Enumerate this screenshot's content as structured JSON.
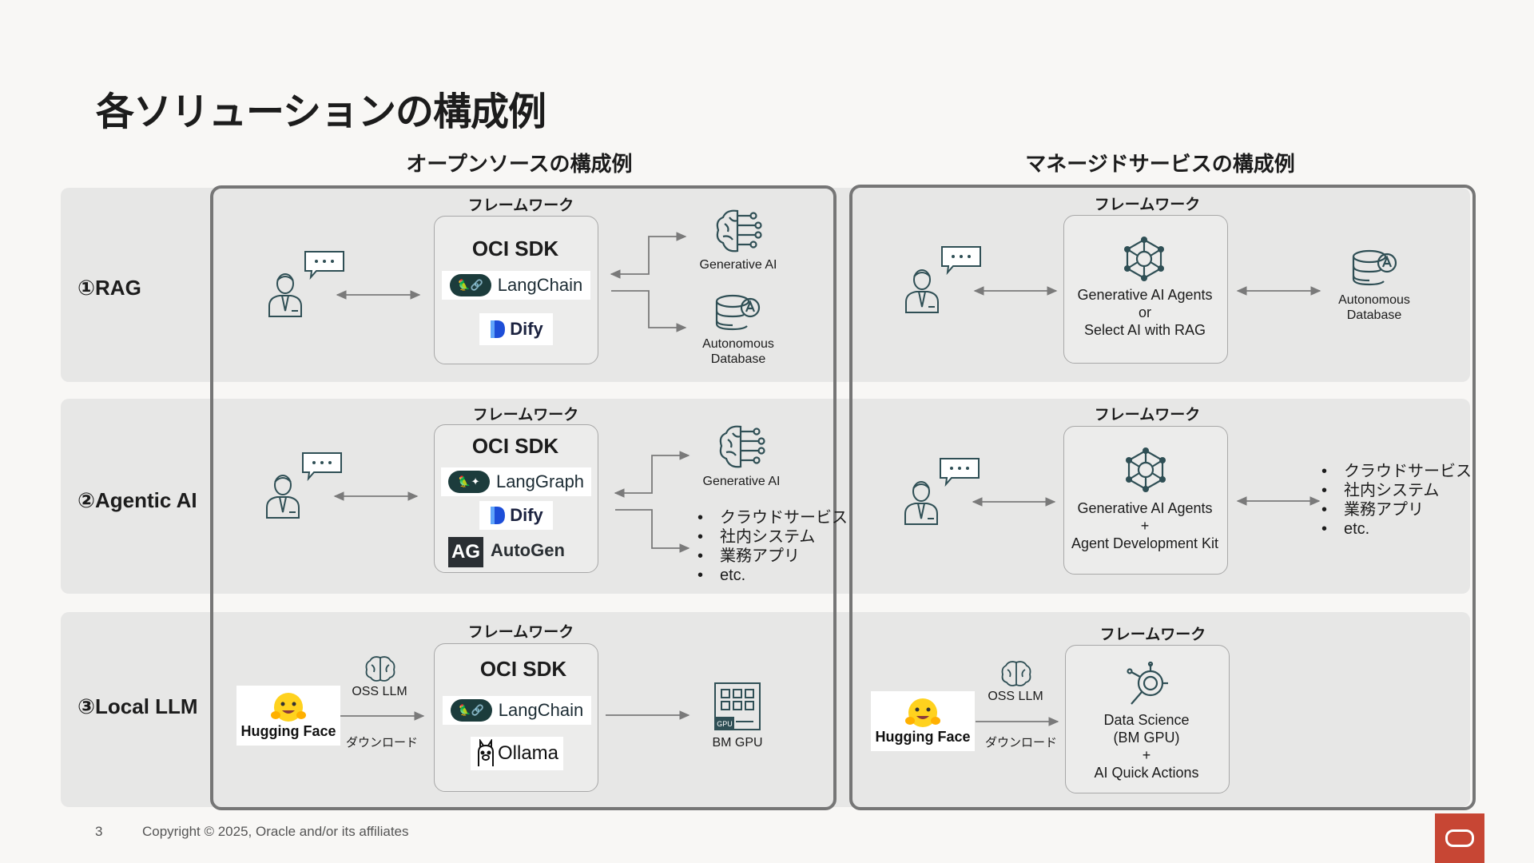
{
  "title": "各ソリューションの構成例",
  "col_oss": "オープンソースの構成例",
  "col_managed": "マネージドサービスの構成例",
  "rows": {
    "rag": "①RAG",
    "agentic": "②Agentic AI",
    "local": "③Local LLM"
  },
  "framework_label": "フレームワーク",
  "oss": {
    "rag": {
      "sdk": "OCI SDK",
      "langchain": "LangChain",
      "dify": "Dify",
      "genai": "Generative AI",
      "adb": "Autonomous\nDatabase"
    },
    "agentic": {
      "sdk": "OCI SDK",
      "langgraph": "LangGraph",
      "dify": "Dify",
      "autogen": "AutoGen",
      "ag_logo": "AG",
      "genai": "Generative AI",
      "targets": [
        "クラウドサービス",
        "社内システム",
        "業務アプリ",
        "etc."
      ]
    },
    "local": {
      "sdk": "OCI SDK",
      "langchain": "LangChain",
      "ollama": "Ollama",
      "hf": "Hugging Face",
      "oss_llm": "OSS LLM",
      "download": "ダウンロード",
      "gpu": "BM GPU",
      "gpu_chip": "GPU"
    }
  },
  "managed": {
    "rag": {
      "service": "Generative AI Agents\nor\nSelect AI with RAG",
      "adb": "Autonomous\nDatabase"
    },
    "agentic": {
      "service": "Generative AI Agents\n+\nAgent Development Kit",
      "targets": [
        "クラウドサービス",
        "社内システム",
        "業務アプリ",
        "etc."
      ]
    },
    "local": {
      "service": "Data Science\n(BM GPU)\n+\nAI Quick Actions",
      "hf": "Hugging Face",
      "oss_llm": "OSS LLM",
      "download": "ダウンロード"
    }
  },
  "footer": {
    "page": "3",
    "copyright": "Copyright © 2025, Oracle and/or its affiliates"
  },
  "icons": {
    "user": "user-icon",
    "chat": "chat-bubble-icon",
    "genai": "ai-brain-circuit-icon",
    "adb": "autonomous-database-icon",
    "agent": "agent-network-icon",
    "llm": "brain-icon",
    "gpu": "gpu-server-icon",
    "ds": "data-science-icon",
    "oracle": "oracle-logo-icon"
  },
  "colors": {
    "icon": "#2f4f55",
    "oracle_red": "#c74634",
    "panel_border": "#767676",
    "band": "#e7e7e6"
  }
}
